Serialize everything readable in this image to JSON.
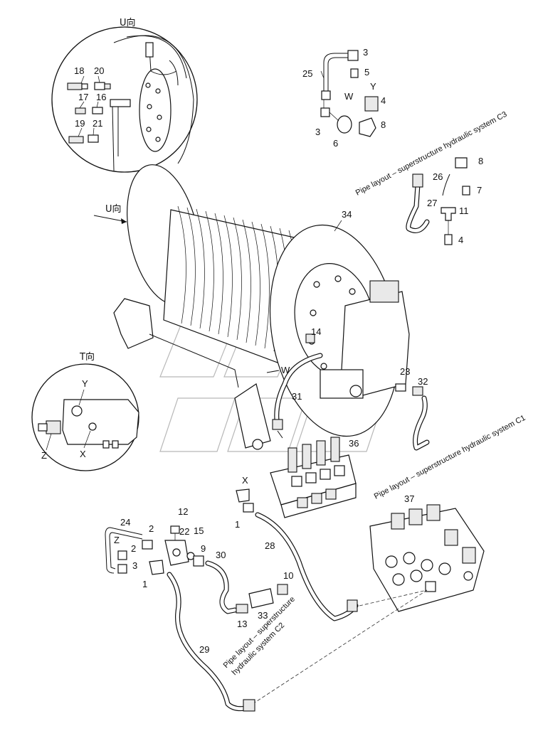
{
  "views": {
    "u_view": "U向",
    "t_view": "T向",
    "u_arrow": "U向"
  },
  "callouts": {
    "n1a": "1",
    "n1b": "1",
    "n2a": "2",
    "n2b": "2",
    "n3a": "3",
    "n3b": "3",
    "n3c": "3",
    "n4a": "4",
    "n4b": "4",
    "n5": "5",
    "n6": "6",
    "n7": "7",
    "n8a": "8",
    "n8b": "8",
    "n9": "9",
    "n10": "10",
    "n11": "11",
    "n12": "12",
    "n13": "13",
    "n14": "14",
    "n15": "15",
    "n16": "16",
    "n17": "17",
    "n18": "18",
    "n19": "19",
    "n20": "20",
    "n21": "21",
    "n22": "22",
    "n23": "23",
    "n24": "24",
    "n25": "25",
    "n26": "26",
    "n27": "27",
    "n28": "28",
    "n29": "29",
    "n30": "30",
    "n31": "31",
    "n32": "32",
    "n33": "33",
    "n34": "34",
    "n36": "36",
    "n37": "37"
  },
  "ports": {
    "y_top": "Y",
    "w_top": "W",
    "y_t": "Y",
    "z_t": "Z",
    "x_t": "X",
    "x_mid": "X",
    "w_mid": "W",
    "z_left": "Z"
  },
  "notes": {
    "c3": "Pipe layout – superstructure hydraulic system C3",
    "c1": "Pipe layout – superstructure hydraulic system C1",
    "c2_line1": "Pipe layout – superstructure",
    "c2_line2": "hydraulic system C2"
  }
}
